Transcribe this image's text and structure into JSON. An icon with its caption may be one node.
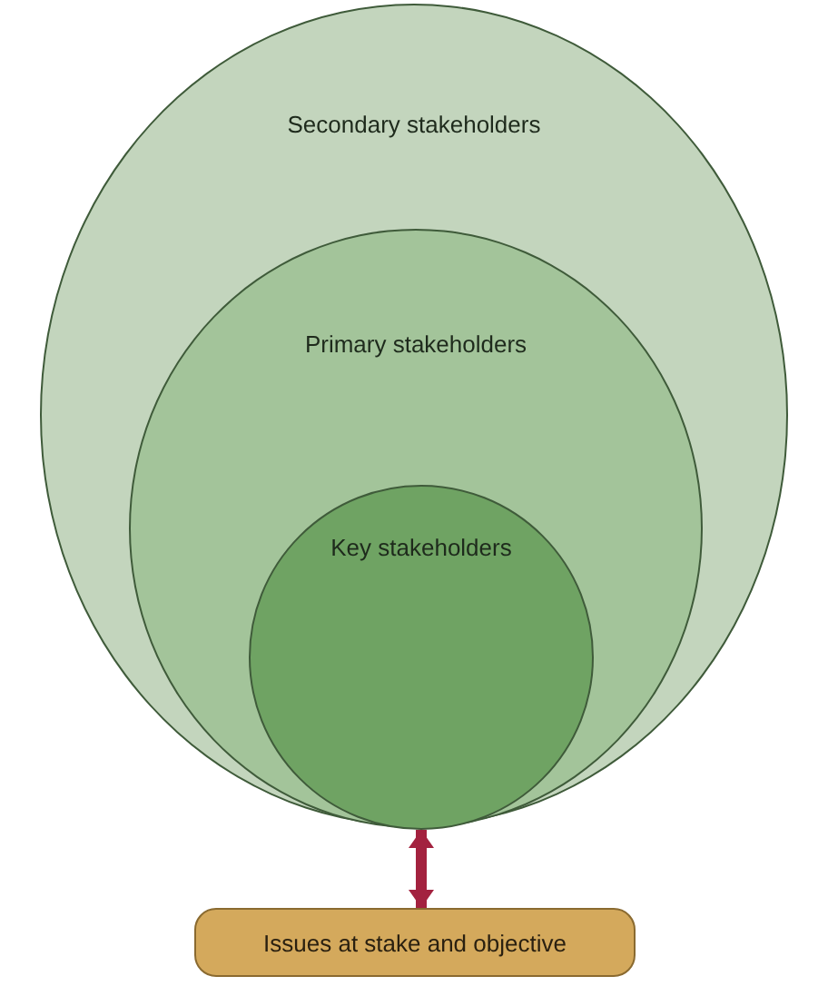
{
  "diagram": {
    "nodes": [
      {
        "text": [
          "Secondary stakeholders"
        ]
      },
      {
        "text": [
          "Primary stakeholders"
        ],
        "in": 0
      },
      {
        "text": [
          "Key stakeholders"
        ],
        "in": 1
      },
      {
        "text": [
          "Issues at stake and objective"
        ]
      }
    ],
    "edges": [
      {
        "from": 2,
        "to": 3,
        "arrow": "both",
        "color": "#a3223f"
      }
    ]
  }
}
